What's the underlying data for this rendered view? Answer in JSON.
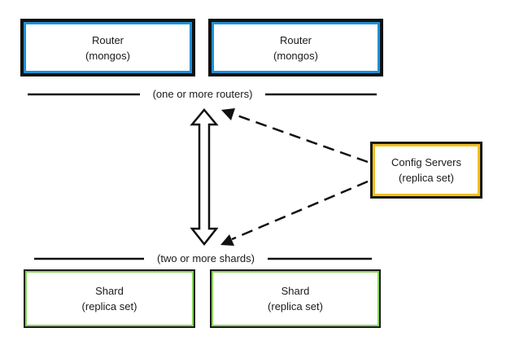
{
  "routers": [
    {
      "title": "Router",
      "subtitle": "(mongos)"
    },
    {
      "title": "Router",
      "subtitle": "(mongos)"
    }
  ],
  "routers_caption": "(one or more routers)",
  "config": {
    "title": "Config Servers",
    "subtitle": "(replica set)"
  },
  "shards_caption": "(two or more shards)",
  "shards": [
    {
      "title": "Shard",
      "subtitle": "(replica set)"
    },
    {
      "title": "Shard",
      "subtitle": "(replica set)"
    }
  ],
  "colors": {
    "router_accent": "#1f8fd6",
    "config_accent": "#f3c01c",
    "shard_accent": "#8bd35a",
    "line": "#111111"
  }
}
